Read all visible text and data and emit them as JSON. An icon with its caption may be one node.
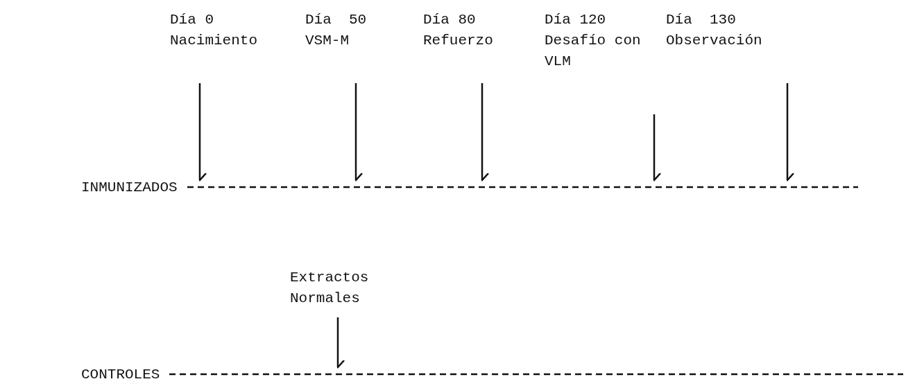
{
  "diagram": {
    "nodes": [
      {
        "text": [
          "Día 0",
          "Nacimiento"
        ]
      },
      {
        "text": [
          "Día  50",
          "VSM-M"
        ]
      },
      {
        "text": [
          "Día 80",
          "Refuerzo"
        ]
      },
      {
        "text": [
          "Día 120",
          "Desafío con VLM"
        ]
      },
      {
        "text": [
          "Día  130",
          "Observación"
        ]
      },
      {
        "text": [
          "INMUNIZADOS"
        ]
      },
      {
        "text": [
          "Extractos Normales"
        ]
      },
      {
        "text": [
          "CONTROLES"
        ]
      }
    ],
    "edges": [
      {
        "from": 0,
        "to": 5,
        "arrow": "to"
      },
      {
        "from": 1,
        "to": 5,
        "arrow": "to"
      },
      {
        "from": 2,
        "to": 5,
        "arrow": "to"
      },
      {
        "from": 3,
        "to": 5,
        "arrow": "to"
      },
      {
        "from": 4,
        "to": 5,
        "arrow": "to"
      },
      {
        "from": 6,
        "to": 7,
        "arrow": "to"
      }
    ]
  }
}
